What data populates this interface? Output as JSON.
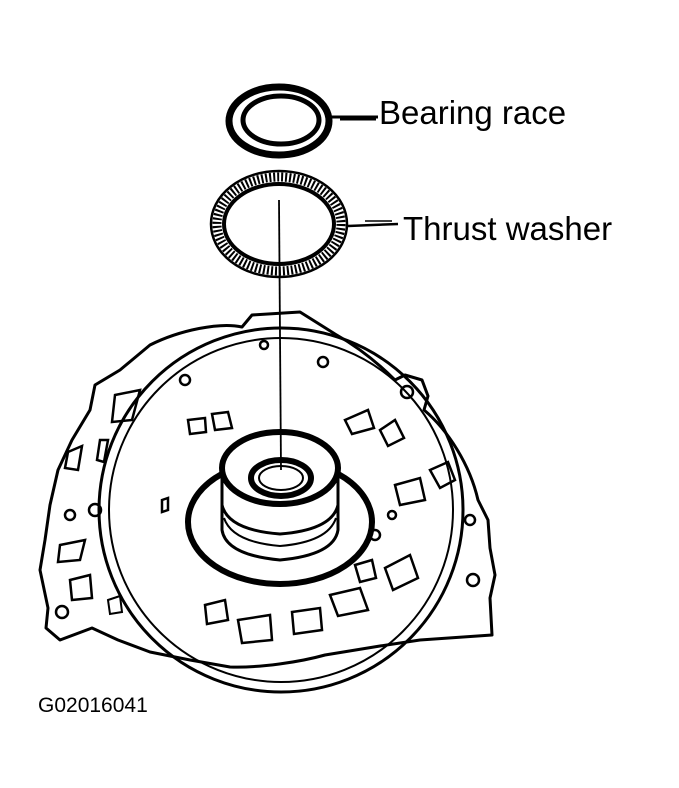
{
  "labels": {
    "bearing_race": "Bearing race",
    "thrust_washer": "Thrust washer"
  },
  "figure_id": "G02016041",
  "colors": {
    "ink": "#000000",
    "paper": "#ffffff"
  }
}
